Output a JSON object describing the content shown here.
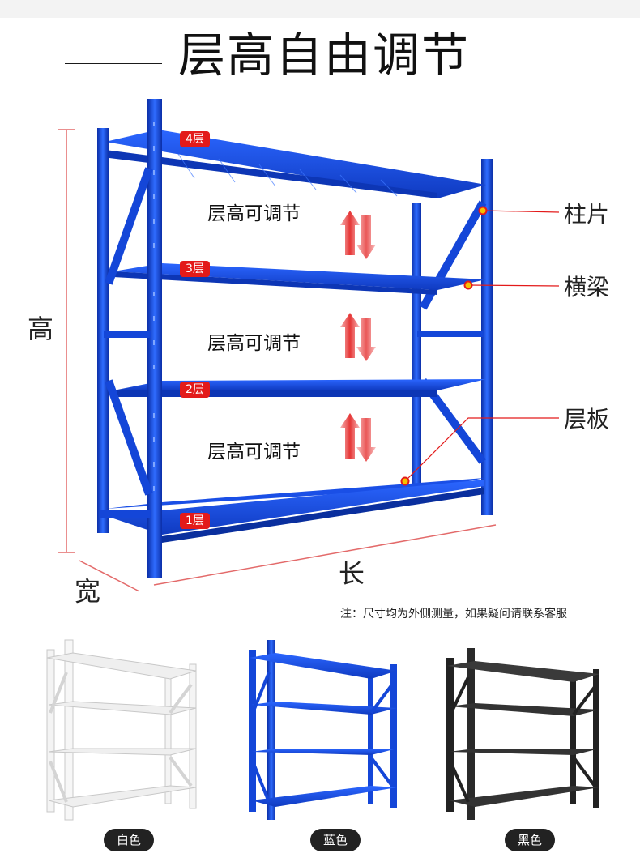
{
  "title": "层高自由调节",
  "callouts": {
    "column": "柱片",
    "beam": "横梁",
    "shelf": "层板"
  },
  "dimensions": {
    "height": "高",
    "width": "宽",
    "length": "长"
  },
  "adjust_label": "层高可调节",
  "layers": [
    "4层",
    "3层",
    "2层",
    "1层"
  ],
  "note": "注：尺寸均为外侧测量，如果疑问请联系客服",
  "variants": [
    {
      "label": "白色",
      "color": "#f4f4f4"
    },
    {
      "label": "蓝色",
      "color": "#1446d8"
    },
    {
      "label": "黑色",
      "color": "#222222"
    }
  ],
  "colors": {
    "rack_blue": "#1446d8",
    "callout_red": "#e31a1a",
    "dim_red": "#e36a6a"
  }
}
